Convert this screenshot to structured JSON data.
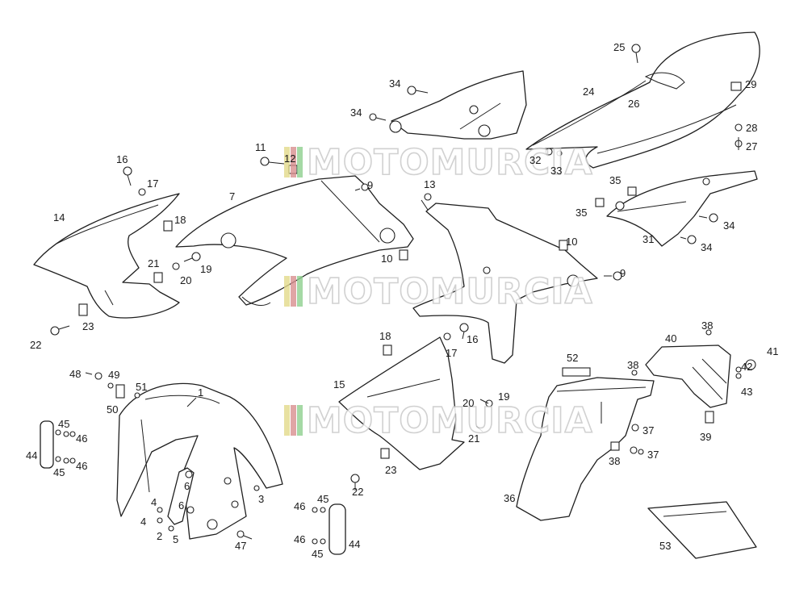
{
  "diagram": {
    "watermark": "MOTOMURCIA",
    "watermark_colors": [
      "#e2d98a",
      "#d88f8f",
      "#8fd08f",
      "#c9c9c9"
    ],
    "callouts": [
      "1",
      "2",
      "3",
      "4",
      "4",
      "5",
      "6",
      "6",
      "7",
      "9",
      "9",
      "10",
      "10",
      "11",
      "12",
      "13",
      "14",
      "15",
      "16",
      "16",
      "17",
      "17",
      "18",
      "18",
      "19",
      "19",
      "20",
      "20",
      "21",
      "21",
      "22",
      "22",
      "23",
      "23",
      "24",
      "25",
      "26",
      "27",
      "28",
      "29",
      "31",
      "32",
      "33",
      "34",
      "34",
      "34",
      "34",
      "35",
      "35",
      "36",
      "37",
      "37",
      "38",
      "38",
      "38",
      "39",
      "40",
      "41",
      "42",
      "43",
      "44",
      "44",
      "45",
      "45",
      "45",
      "45",
      "46",
      "46",
      "46",
      "46",
      "47",
      "48",
      "49",
      "50",
      "51",
      "52",
      "53"
    ]
  }
}
